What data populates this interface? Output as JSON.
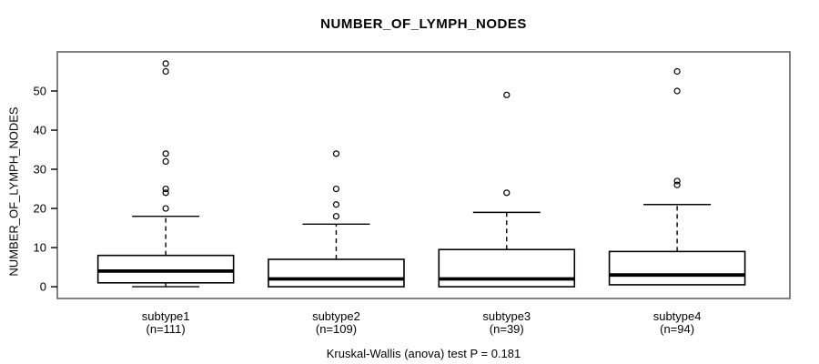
{
  "chart_data": {
    "type": "boxplot",
    "title": "NUMBER_OF_LYMPH_NODES",
    "ylabel": "NUMBER_OF_LYMPH_NODES",
    "xlabel": "",
    "caption": "Kruskal-Wallis (anova) test P = 0.181",
    "yticks": [
      0,
      10,
      20,
      30,
      40,
      50
    ],
    "ylim": [
      -3,
      60
    ],
    "grid": false,
    "legend": "none",
    "colors": {
      "line": "#000000",
      "frame": "#606060",
      "background": "#ffffff",
      "box_fill": "#ffffff"
    },
    "groups": [
      {
        "label": "subtype1",
        "n_label": "(n=111)",
        "whisker_low": 0,
        "q1": 1,
        "median": 4,
        "q3": 8,
        "whisker_high": 18,
        "outliers": [
          20,
          24,
          25,
          32,
          34,
          55,
          57
        ]
      },
      {
        "label": "subtype2",
        "n_label": "(n=109)",
        "whisker_low": 0,
        "q1": 0,
        "median": 2,
        "q3": 7,
        "whisker_high": 16,
        "outliers": [
          18,
          21,
          25,
          34
        ]
      },
      {
        "label": "subtype3",
        "n_label": "(n=39)",
        "whisker_low": 0,
        "q1": 0,
        "median": 2,
        "q3": 9.5,
        "whisker_high": 19,
        "outliers": [
          24,
          49
        ]
      },
      {
        "label": "subtype4",
        "n_label": "(n=94)",
        "whisker_low": 0.5,
        "q1": 0.5,
        "median": 3,
        "q3": 9,
        "whisker_high": 21,
        "outliers": [
          26,
          27,
          50,
          55
        ]
      }
    ]
  }
}
